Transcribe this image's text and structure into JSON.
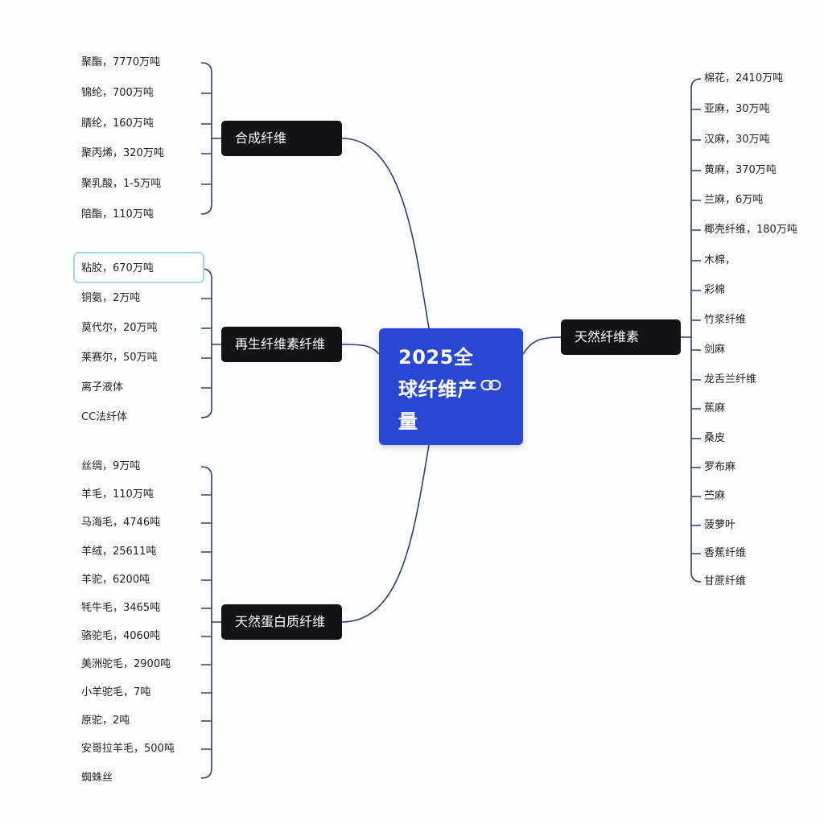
{
  "center": {
    "title": "2025全球纤维产量",
    "icon": "link-icon"
  },
  "branches": {
    "synthetic": {
      "label": "合成纤维",
      "items": [
        "聚酯，7770万吨",
        "锦纶，700万吨",
        "腈纶，160万吨",
        "聚丙烯，320万吨",
        "聚乳酸，1-5万吨",
        "陪酯，110万吨"
      ]
    },
    "regenerated": {
      "label": "再生纤维素纤维",
      "items": [
        "粘胶，670万吨",
        "铜氨，2万吨",
        "莫代尔，20万吨",
        "莱赛尔，50万吨",
        "离子液体",
        "CC法纤体"
      ]
    },
    "protein": {
      "label": "天然蛋白质纤维",
      "items": [
        "丝绸，9万吨",
        "羊毛，110万吨",
        "马海毛，4746吨",
        "羊绒，25611吨",
        "羊驼，6200吨",
        "牦牛毛，3465吨",
        "骆驼毛，4060吨",
        "美洲驼毛，2900吨",
        "小羊驼毛，7吨",
        "原驼，2吨",
        "安哥拉羊毛，500吨",
        "蜘蛛丝"
      ]
    },
    "cellulose": {
      "label": "天然纤维素",
      "items": [
        "棉花，2410万吨",
        "亚麻，30万吨",
        "汉麻，30万吨",
        "黄麻，370万吨",
        "兰麻，6万吨",
        "椰壳纤维，180万吨",
        "木棉，",
        "彩棉",
        "竹浆纤维",
        "剑麻",
        "龙舌兰纤维",
        "蕉麻",
        "桑皮",
        "罗布麻",
        "苎麻",
        "菠萝叶",
        "香蕉纤维",
        "甘蔗纤维"
      ]
    }
  }
}
